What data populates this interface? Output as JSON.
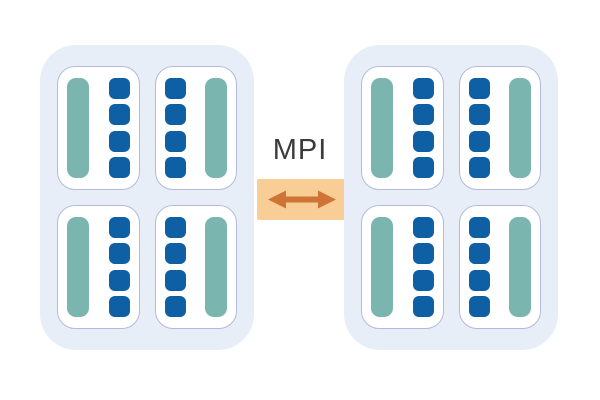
{
  "diagram": {
    "type": "mpi-internode-communication",
    "link": {
      "label": "MPI",
      "icon": "double-arrow-icon"
    },
    "nodes": [
      {
        "id": "node-1",
        "sockets": [
          {
            "bar_side": "left",
            "squares": 4
          },
          {
            "bar_side": "right",
            "squares": 4
          },
          {
            "bar_side": "left",
            "squares": 4
          },
          {
            "bar_side": "right",
            "squares": 4
          }
        ]
      },
      {
        "id": "node-2",
        "sockets": [
          {
            "bar_side": "left",
            "squares": 4
          },
          {
            "bar_side": "right",
            "squares": 4
          },
          {
            "bar_side": "left",
            "squares": 4
          },
          {
            "bar_side": "right",
            "squares": 4
          }
        ]
      }
    ],
    "colors": {
      "node_fill": "#E7EEF8",
      "socket_fill": "#FFFFFF",
      "socket_border": "#B4BBD8",
      "bar": "#7AB5B0",
      "square": "#0F5FA5",
      "link_fill": "#F9CE96",
      "link_arrow": "#CE7434",
      "label_text": "#3B3B3B"
    }
  }
}
